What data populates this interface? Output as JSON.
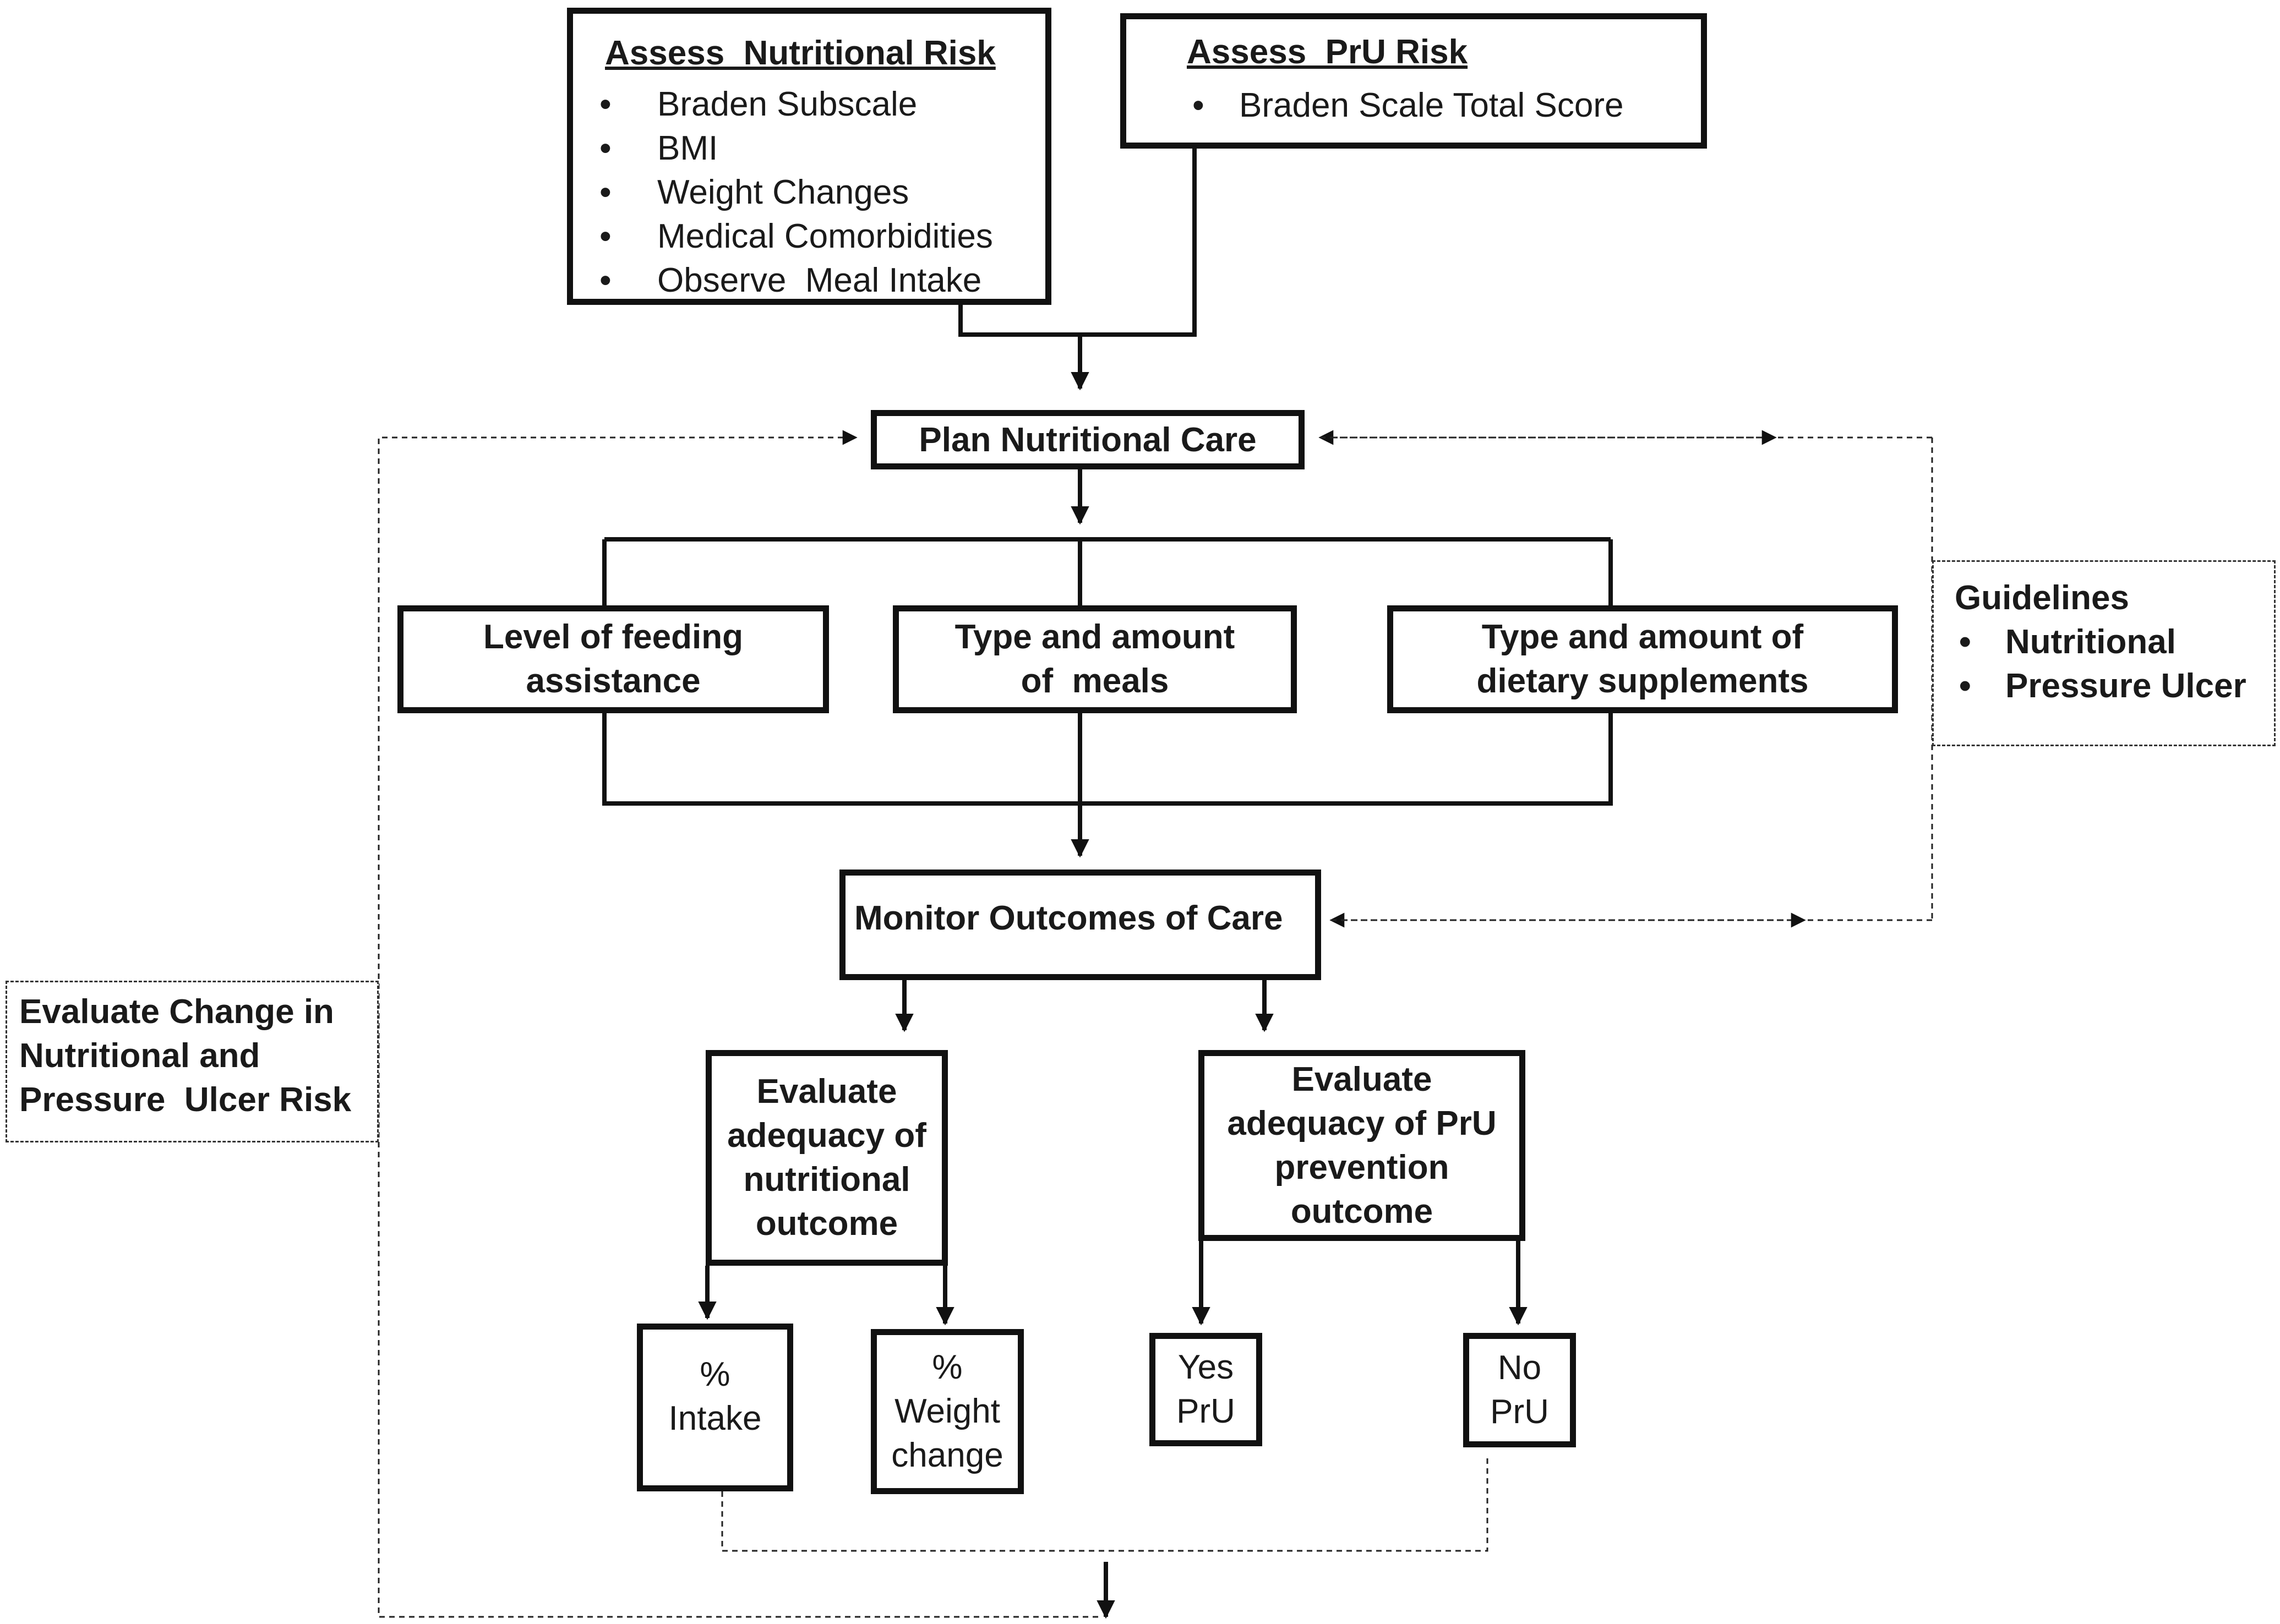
{
  "assess_nutritional_risk": {
    "title": "Assess  Nutritional Risk",
    "items": [
      "Braden Subscale",
      "BMI",
      "Weight Changes",
      "Medical Comorbidities",
      "Observe  Meal Intake"
    ]
  },
  "assess_pru_risk": {
    "title": "Assess  PrU Risk",
    "items": [
      "Braden Scale Total Score"
    ]
  },
  "plan_nutritional_care": "Plan Nutritional Care",
  "care_components": {
    "feeding_assistance": [
      "Level of feeding",
      "assistance"
    ],
    "meals": [
      "Type and amount",
      "of  meals"
    ],
    "supplements": [
      "Type and amount of",
      "dietary supplements"
    ]
  },
  "guidelines": {
    "title": "Guidelines",
    "items": [
      "Nutritional",
      "Pressure Ulcer"
    ]
  },
  "monitor_outcomes": "Monitor Outcomes of Care",
  "evaluate_change": [
    "Evaluate Change in",
    "Nutritional and",
    "Pressure  Ulcer Risk"
  ],
  "evaluate_nutritional": [
    "Evaluate",
    "adequacy of",
    "nutritional",
    "outcome"
  ],
  "evaluate_pru": [
    "Evaluate",
    "adequacy of PrU",
    "prevention",
    "outcome"
  ],
  "outcomes": {
    "intake": [
      "%",
      "Intake"
    ],
    "weight_change": [
      "%",
      "Weight",
      "change"
    ],
    "yes_pru": [
      "Yes",
      "PrU"
    ],
    "no_pru": [
      "No",
      "PrU"
    ]
  },
  "bullet": "•"
}
